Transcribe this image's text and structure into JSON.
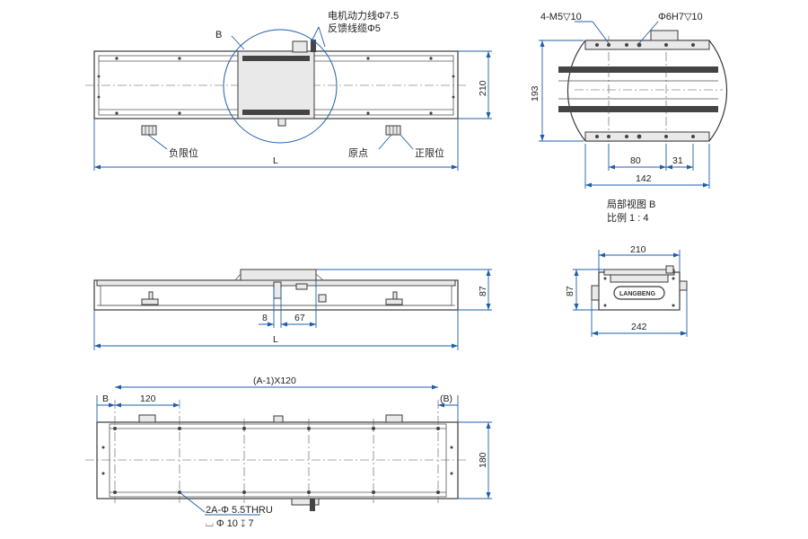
{
  "top_view": {
    "callout_b": "B",
    "motor_cable_label": "电机动力线Φ7.5",
    "feedback_cable_label": "反馈线缆Φ5",
    "neg_limit_label": "负限位",
    "origin_label": "原点",
    "pos_limit_label": "正限位",
    "length_label": "L",
    "height_dim": "210"
  },
  "detail_view": {
    "thread_label": "4-M5▽10",
    "pin_label": "Φ6H7▽10",
    "height_dim": "193",
    "dim_80": "80",
    "dim_31": "31",
    "width_dim": "142",
    "title": "局部视图 B",
    "scale": "比例 1 : 4"
  },
  "side_view": {
    "dim_8": "8",
    "dim_67": "67",
    "height_dim": "87",
    "length_label": "L"
  },
  "end_view": {
    "top_dim": "210",
    "height_dim": "87",
    "bottom_dim": "242",
    "brand_text": "LANGBENG"
  },
  "bottom_view": {
    "pitch_label": "(A-1)X120",
    "b_left": "B",
    "b_right": "(B)",
    "dim_120": "120",
    "height_dim": "180",
    "hole_label": "2A-Φ 5.5THRU",
    "counterbore_label": "⌴ Φ 10 ↧ 7"
  }
}
